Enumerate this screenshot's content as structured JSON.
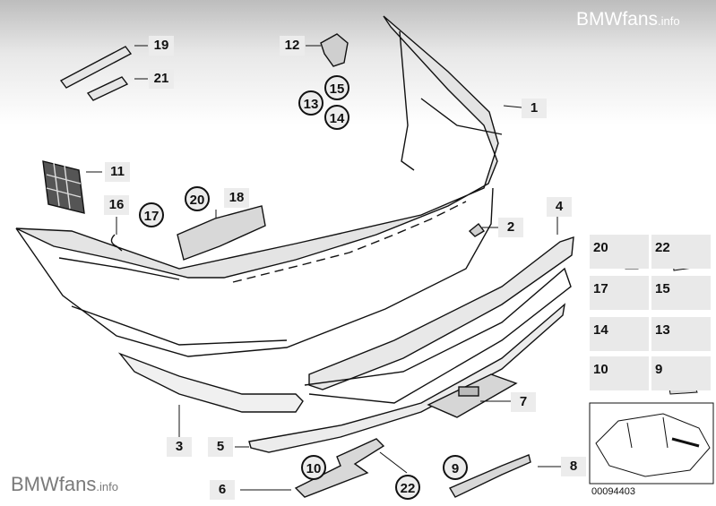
{
  "branding": {
    "top_main": "BMWfans",
    "top_suffix": ".info",
    "bottom_main": "BMWfans",
    "bottom_suffix": ".info"
  },
  "diagram_code": "00094403",
  "callouts": {
    "c1": "1",
    "c2": "2",
    "c3": "3",
    "c4": "4",
    "c5": "5",
    "c6": "6",
    "c7": "7",
    "c8": "8",
    "c9": "9",
    "c10": "10",
    "c11": "11",
    "c12": "12",
    "c13": "13",
    "c14": "14",
    "c15": "15",
    "c16": "16",
    "c17": "17",
    "c18": "18",
    "c19": "19",
    "c20": "20",
    "c21": "21",
    "c22": "22"
  },
  "legend": {
    "r1a": "20",
    "r1b": "22",
    "r2a": "17",
    "r2b": "15",
    "r3a": "14",
    "r3b": "13",
    "r4a": "10",
    "r4b": "9"
  },
  "colors": {
    "line": "#111111",
    "label_bg": "#ececec",
    "part_fill": "#dcdcdc"
  }
}
